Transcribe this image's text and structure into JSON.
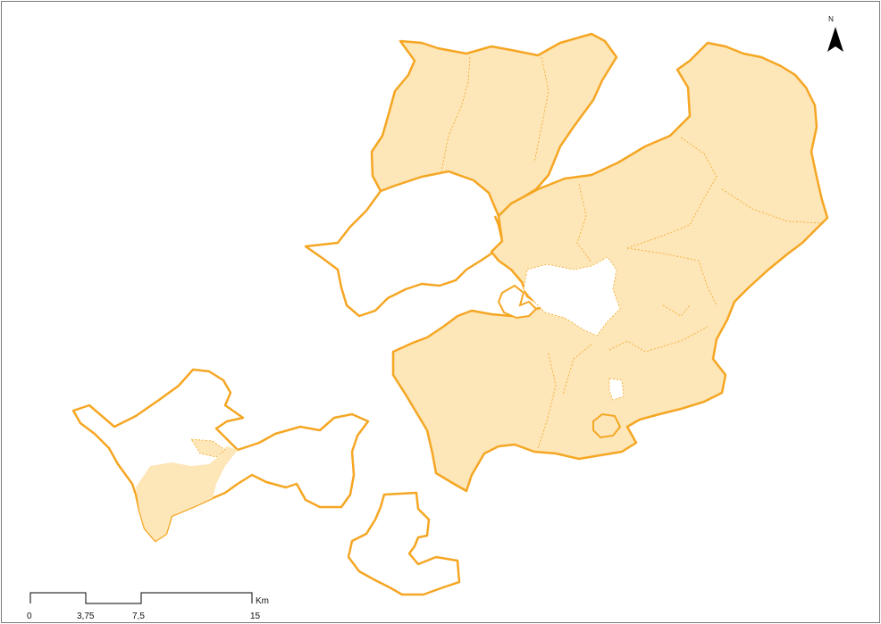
{
  "map": {
    "north_arrow": {
      "label": "N"
    },
    "scale_bar": {
      "unit": "Km",
      "ticks": [
        "0",
        "3,75",
        "7,5",
        "15"
      ]
    },
    "colors": {
      "fill": "#FDE6B8",
      "outline": "#F5A623",
      "frame": "#7A7A7A"
    }
  }
}
